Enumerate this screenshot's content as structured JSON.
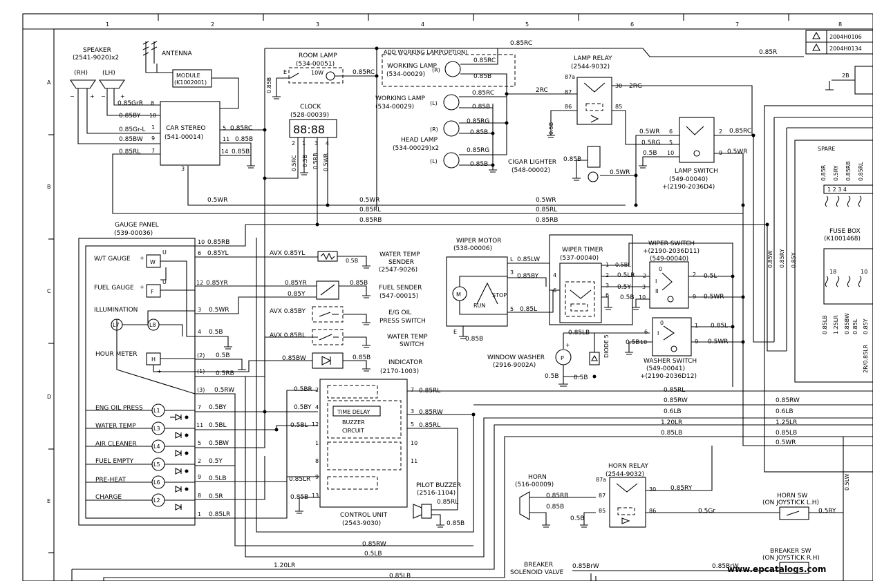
{
  "frame": {
    "col_numbers": [
      "1",
      "2",
      "3",
      "4",
      "5",
      "6",
      "7",
      "8"
    ],
    "row_letters": [
      "A",
      "B",
      "C",
      "D",
      "E"
    ],
    "revisions": [
      "2004H0106",
      "2004H0134"
    ],
    "watermark": "www.epcatalogs.com"
  },
  "components": {
    "speaker": {
      "title": "SPEAKER",
      "part": "(2541-9020)x2",
      "rh": "(RH)",
      "lh": "(LH)"
    },
    "antenna": "ANTENNA",
    "module": {
      "title": "MODULE",
      "part": "(K1002001)"
    },
    "car_stereo": {
      "title": "CAR STEREO",
      "part": "(541-00014)"
    },
    "room_lamp": {
      "title": "ROOM LAMP",
      "part": "(534-00051)",
      "rating": "10W"
    },
    "clock": {
      "title": "CLOCK",
      "part": "(528-00039)",
      "display": "88:88"
    },
    "working_lamp_option": {
      "title": "ADD WORKING LAMP(OPTION)",
      "name": "WORKING LAMP",
      "part": "(534-00029)"
    },
    "working_lamp": {
      "name": "WORKING LAMP",
      "part": "(534-00029)"
    },
    "head_lamp": {
      "name": "HEAD LAMP",
      "part": "(534-00029)x2"
    },
    "lamp_relay": {
      "title": "LAMP RELAY",
      "part": "(2544-9032)"
    },
    "cigar_lighter": {
      "title": "CIGAR LIGHTER",
      "part": "(548-00002)"
    },
    "lamp_switch": {
      "title": "LAMP SWITCH",
      "part1": "(549-00040)",
      "part2": "+(2190-2036D4)"
    },
    "spare": "SPARE",
    "fuse_box": {
      "title": "FUSE BOX",
      "part": "(K1001468)"
    },
    "gauge_panel": {
      "title": "GAUGE PANEL",
      "part": "(539-00036)"
    },
    "gauges": [
      "W/T GAUGE",
      "FUEL GAUGE",
      "ILLUMINATION",
      "HOUR METER"
    ],
    "indicators": [
      "ENG OIL PRESS",
      "WATER TEMP",
      "AIR CLEANER",
      "FUEL EMPTY",
      "PRE-HEAT",
      "CHARGE"
    ],
    "indicator_lamps": [
      "L1",
      "L3",
      "L4",
      "L5",
      "L6",
      "L2"
    ],
    "water_temp_sender": {
      "title": "WATER TEMP",
      "sub": "SENDER",
      "part": "(2547-9026)"
    },
    "fuel_sender": {
      "title": "FUEL SENDER",
      "part": "(547-00015)"
    },
    "eg_oil_press_switch": {
      "title": "E/G OIL",
      "sub": "PRESS SWITCH"
    },
    "water_temp_switch": {
      "title": "WATER TEMP",
      "sub": "SWITCH"
    },
    "indicator": {
      "title": "INDICATOR",
      "part": "(2170-1003)"
    },
    "control_unit": {
      "title": "CONTROL UNIT",
      "part": "(2543-9030)",
      "time_delay": "TIME DELAY",
      "buzzer": "BUZZER",
      "circuit": "CIRCUIT"
    },
    "pilot_buzzer": {
      "title": "PILOT BUZZER",
      "part": "(2516-1104)"
    },
    "wiper_motor": {
      "title": "WIPER MOTOR",
      "part": "(538-00006)",
      "stop": "STOP",
      "run": "RUN"
    },
    "wiper_timer": {
      "title": "WIPER TIMER",
      "part": "(537-00040)"
    },
    "wiper_switch": {
      "title": "WIPER SWITCH",
      "part1": "+(2190-2036D11)",
      "part2": "(549-00040)"
    },
    "window_washer": {
      "title": "WINDOW WASHER",
      "part": "(2916-9002A)"
    },
    "washer_switch": {
      "title": "WASHER SWITCH",
      "part1": "(549-00041)",
      "part2": "+(2190-2036D12)"
    },
    "diode": "DIODE 5",
    "horn": {
      "title": "HORN",
      "part": "(516-00009)"
    },
    "horn_relay": {
      "title": "HORN RELAY",
      "part": "(2544-9032)"
    },
    "horn_sw": {
      "title": "HORN SW",
      "sub": "(ON JOYSTICK L.H)"
    },
    "breaker_sw": {
      "title": "BREAKER SW",
      "sub": "(ON JOYSTICK R.H)"
    },
    "breaker_valve": {
      "title": "BREAKER",
      "sub": "SOLENOID VALVE"
    }
  },
  "wire_labels": {
    "rc_top": "0.85RC",
    "r_top": "0.85R",
    "rc_room": "0.85RC",
    "rc_work_r": "0.85RC",
    "b_work_r": "0.85B",
    "rc_work_l": "0.85RC",
    "b_work_l": "0.85B",
    "rg_head_r": "0.85RG",
    "b_head_r": "0.85B",
    "rg_head_l": "0.85RG",
    "b_head_l": "0.85B",
    "rc_relay": "2RC",
    "rg_relay": "2RG",
    "b_relay": "0.5B",
    "b_cigar": "0.85B",
    "wr_cigar": "0.5WR",
    "wr_lamp6": "0.5WR",
    "rg_lamp5": "0.5RG",
    "b_lamp10": "0.5B",
    "rc_lamp2": "0.85RC",
    "wr_lamp9": "0.5WR",
    "b_room": "0.85B",
    "gr_spk": "0.85GrR",
    "by_spk": "0.85BY",
    "gl_spk": "0.85Gr-L",
    "bw_spk": "0.85BW",
    "rl_spk": "0.85RL",
    "rc_stereo": "0.85RC",
    "b_stereo11": "0.85B",
    "b_stereo14": "0.85B",
    "rc_clk": "0.5RC",
    "b_clk": "0.5B",
    "rb_clk": "0.5RB",
    "wr_clk": "0.5WR",
    "wr_bus": "0.5WR",
    "wr_bus2": "0.5WR",
    "rl_bus": "0.85RL",
    "rl_bus2": "0.85RL",
    "rb_bus": "0.85RB",
    "rb_bus2": "0.85RB",
    "rb_10": "0.85RB",
    "yl_6": "0.85YL",
    "yr_12": "0.85YR",
    "wr_3": "0.5WR",
    "b_4": "0.5B",
    "b_2": "0.5B",
    "rb_1": "0.5RB",
    "rw_3": "0.5RW",
    "by_7": "0.5BY",
    "bl_11": "0.5BL",
    "bw_5": "0.5BW",
    "y_2": "0.5Y",
    "lb_9": "0.5LB",
    "r_8": "0.5R",
    "lr_1": "0.85LR",
    "avx_yl": "AVX 0.85YL",
    "b_wt": "0.5B",
    "yr_fuel": "0.85YR",
    "b_fuel": "0.85B",
    "y_fuel": "0.85Y",
    "avx_by": "AVX 0.85BY",
    "avx_bl": "AVX 0.85BL",
    "bw_ind": "0.85BW",
    "b_ind": "0.85B",
    "br_cu": "0.5BR",
    "by_cu": "0.5BY",
    "bl_cu": "0.5BL",
    "lr_cu": "0.85LR",
    "b_cu": "0.85B",
    "rl_cu7": "0.85RL",
    "rw_cu3": "0.85RW",
    "rl_cu5": "0.85RL",
    "rl_pilot": "0.85RL",
    "b_pilot": "0.85B",
    "rw_bottom": "0.85RW",
    "lb_bottom": "0.5LB",
    "lr_bottom": "1.20LR",
    "lb_bottom2": "0.85LB",
    "lw_wm": "0.85LW",
    "by_wm": "0.85BY",
    "l_wm": "0.85L",
    "b_wm": "0.85B",
    "bl_wt": "0.5BL",
    "lr_wt": "0.5LR",
    "y_wt": "0.5Y",
    "b_wt6": "0.5B",
    "l_ws2": "0.5L",
    "wr_ws9": "0.5WR",
    "lb_ww": "0.85LB",
    "b_ww": "0.5B",
    "b_ww2": "0.5B",
    "b_ww3": "0.5B",
    "l_wsw1": "0.85L",
    "wr_wsw9": "0.5WR",
    "b_wsw10": "0.5B",
    "rl_long": "0.85RL",
    "rw_long": "0.85RW",
    "rw_long2": "0.85RW",
    "lb_long": "0.6LB",
    "lb_long2": "0.6LB",
    "lr_long": "1.20LR",
    "lr_long2": "1.25LR",
    "lb_long3": "0.85LB",
    "lb_long4": "0.85LB",
    "wr_long": "0.5WR",
    "rb_horn": "0.85RB",
    "b_horn": "0.85B",
    "b_hr": "0.5B",
    "ry_hr": "0.85RY",
    "gr_hr": "0.5Gr",
    "ry_hsw": "0.5RY",
    "brw_brk": "0.85BrW",
    "brw_brk2": "0.85BrW",
    "lb_bot": "0.85LB",
    "lr_bot": "1.20LR",
    "lw_side": "0.5LW",
    "fuse_wires": [
      "0.85R",
      "0.5RY",
      "0.85RB",
      "0.85RL"
    ],
    "fuse_low": [
      "0.85LB",
      "1.25LR",
      "0.85BW",
      "0.85L",
      "0.85Y"
    ],
    "side_wires": [
      "0.85W",
      "0.85RY",
      "0.85Y"
    ],
    "side_low": "2R/0.85LR"
  }
}
